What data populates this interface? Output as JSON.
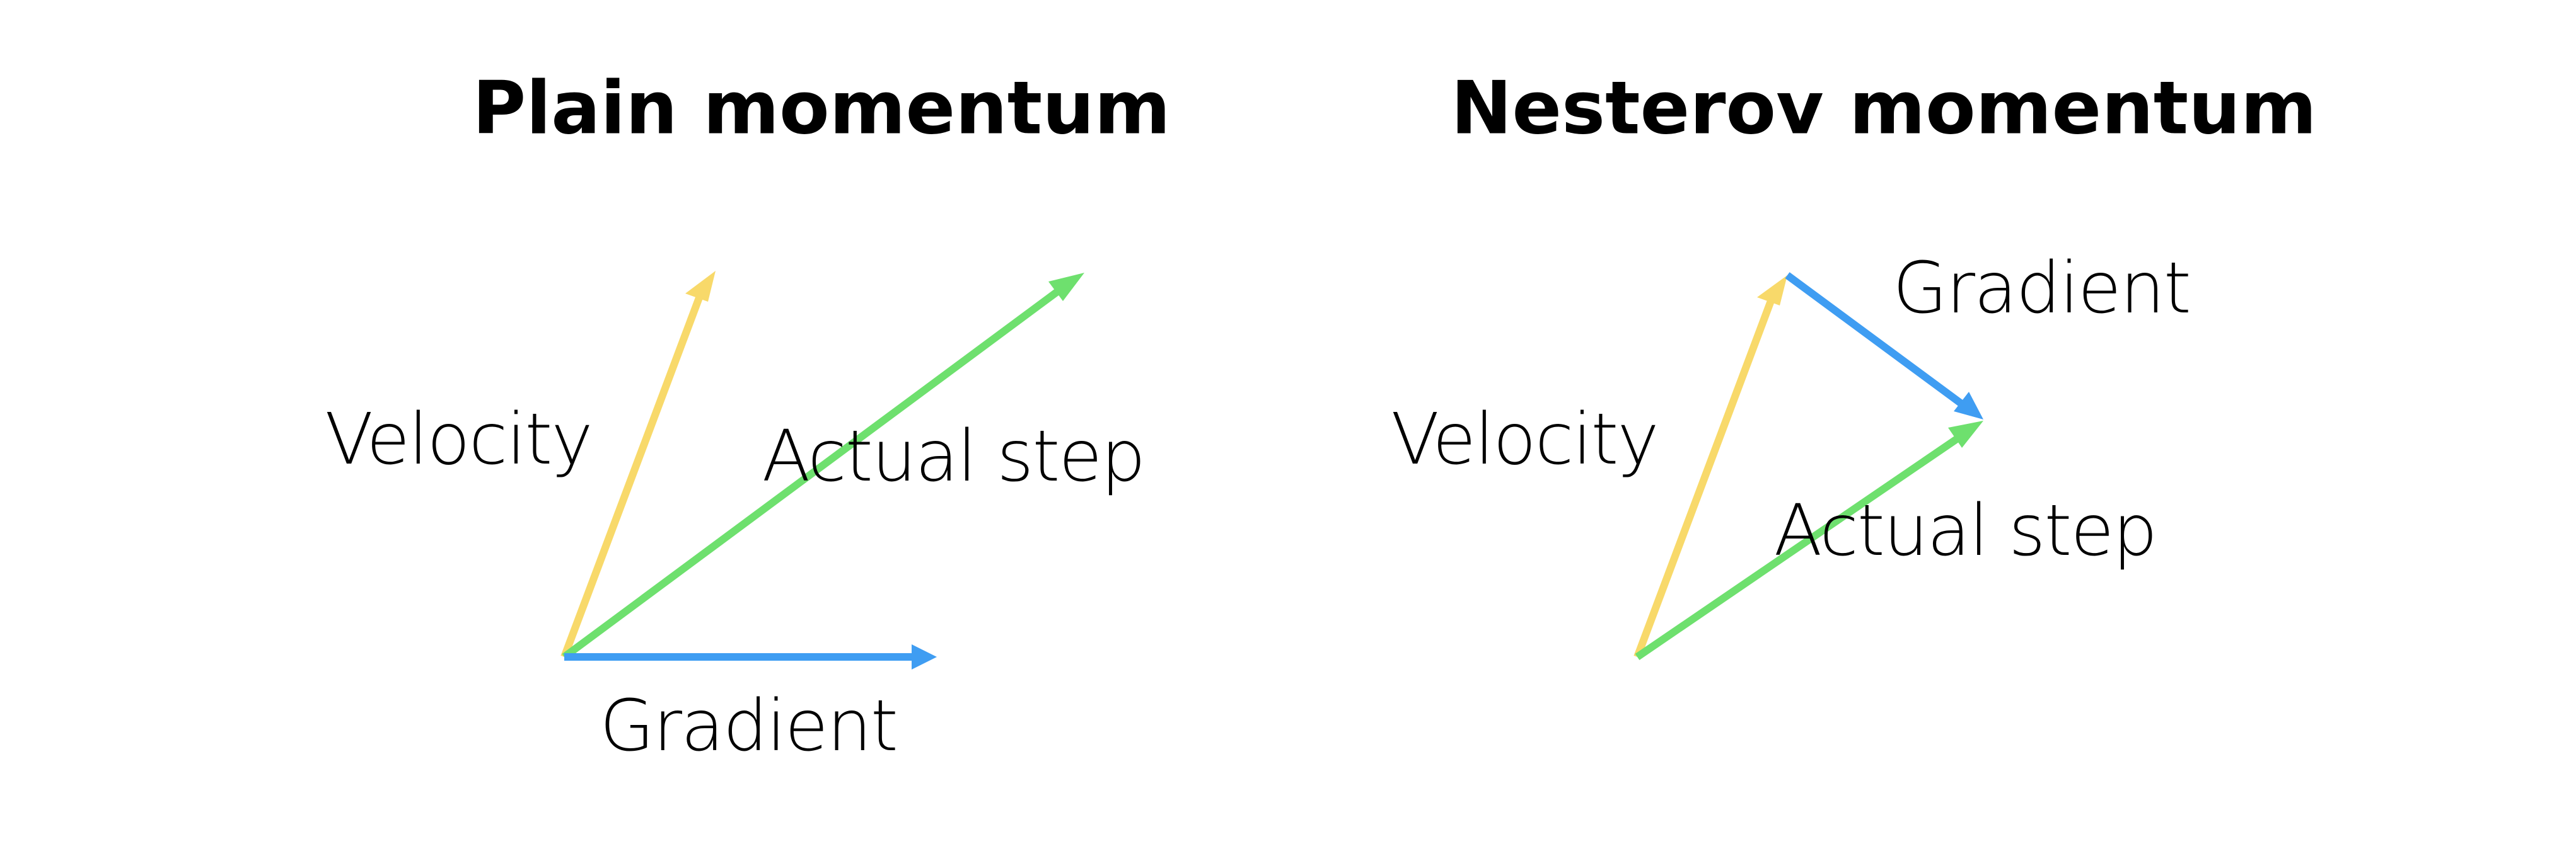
{
  "colors": {
    "velocity": "#f8d96a",
    "gradient": "#3f9df2",
    "actual_step": "#6ee06e"
  },
  "panels": [
    {
      "title": "Plain momentum",
      "labels": {
        "velocity": "Velocity",
        "actual_step": "Actual step",
        "gradient": "Gradient"
      }
    },
    {
      "title": "Nesterov momentum",
      "labels": {
        "velocity": "Velocity",
        "gradient": "Gradient",
        "actual_step": "Actual step"
      }
    }
  ]
}
